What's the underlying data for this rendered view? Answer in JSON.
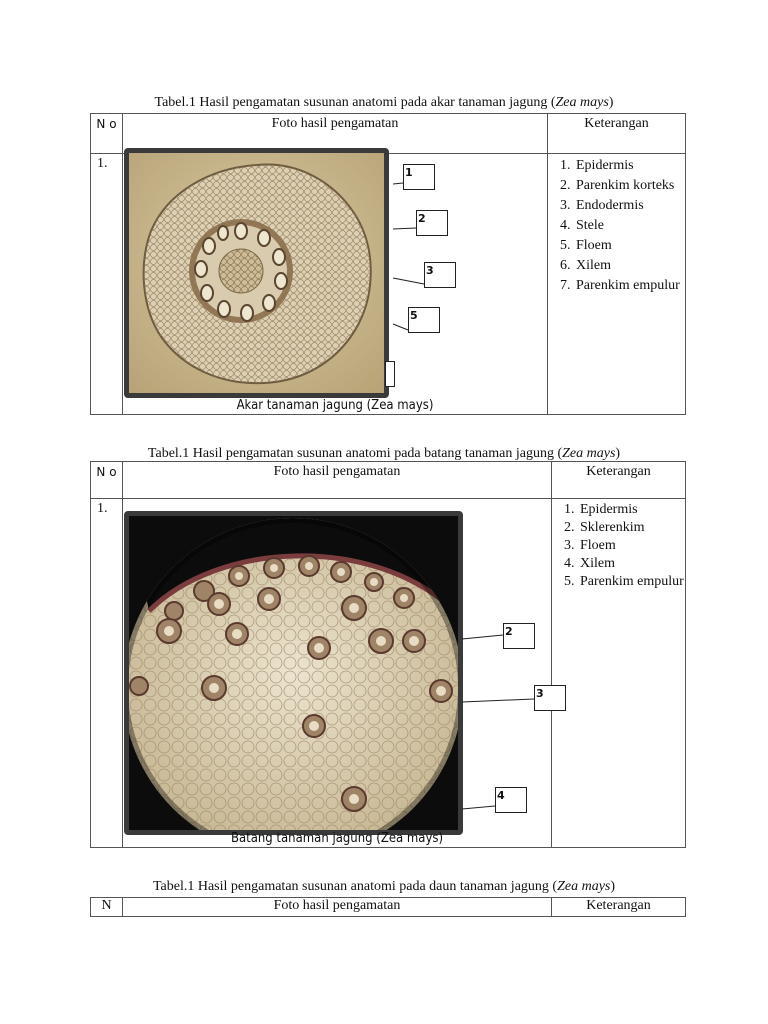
{
  "table1": {
    "caption_text": "Tabel.1 Hasil pengamatan susunan anatomi pada akar tanaman jagung (",
    "caption_species": "Zea mays",
    "caption_close": ")",
    "header_no": "N o",
    "header_foto": "Foto hasil pengamatan",
    "header_keterangan": "Keterangan",
    "row_number": "1.",
    "photo_caption": "Akar tanaman jagung (Zea mays)",
    "callouts": [
      "1",
      "2",
      "3",
      "5",
      ""
    ],
    "keterangan": [
      "Epidermis",
      "Parenkim korteks",
      "Endodermis",
      "Stele",
      "Floem",
      "Xilem",
      "Parenkim empulur"
    ]
  },
  "table2": {
    "caption_text": "Tabel.1 Hasil pengamatan susunan anatomi pada batang tanaman jagung (",
    "caption_species": "Zea mays",
    "caption_close": ")",
    "header_no": "N o",
    "header_foto": "Foto hasil pengamatan",
    "header_keterangan": "Keterangan",
    "row_number": "1.",
    "photo_caption": "Batang tanaman jagung (Zea mays)",
    "callouts": [
      "2",
      "3",
      "4"
    ],
    "keterangan": [
      "Epidermis",
      "Sklerenkim",
      "Floem",
      "Xilem",
      "Parenkim empulur"
    ]
  },
  "table3": {
    "caption_text": "Tabel.1 Hasil pengamatan susunan anatomi pada daun tanaman jagung (",
    "caption_species": "Zea mays",
    "caption_close": ")",
    "header_no": "N",
    "header_foto": "Foto hasil pengamatan",
    "header_keterangan": "Keterangan"
  }
}
